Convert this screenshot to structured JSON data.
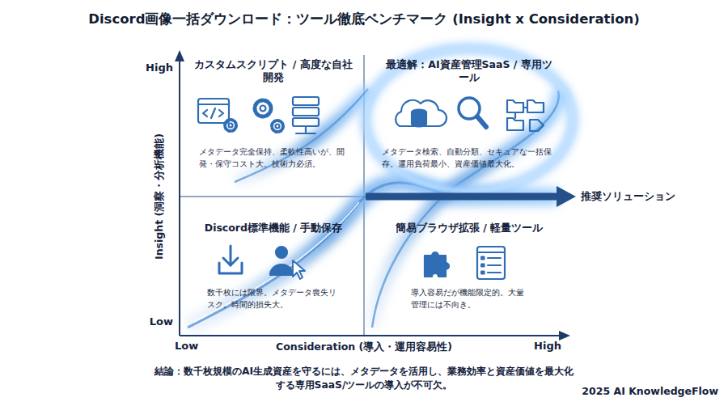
{
  "diagram": {
    "title": "Discord画像一括ダウンロード：ツール徹底ベンチマーク (Insight x Consideration)",
    "caption": "結論：数千枚規模のAI生成資産を守るには、メタデータを活用し、業務効率と資産価値を最大化する専用SaaS/ツールの導入が不可欠。",
    "nodes": [
      {
        "text": [
          "カスタムスクリプト / 高度な自社開発",
          "メタデータ完全保持、柔軟性高いが、開発・保守コスト大。技術力必須。"
        ]
      },
      {
        "text": [
          "最適解：AI資産管理SaaS / 専用ツール",
          "メタデータ検索、自動分類、セキュアな一括保存。運用負荷最小、資産価値最大化。"
        ]
      },
      {
        "text": [
          "Discord標準機能 / 手動保存",
          "数千枚には限界。メタデータ喪失リスク。時間的損失大。"
        ]
      },
      {
        "text": [
          "簡易ブラウザ拡張 / 軽量ツール",
          "導入容易だが機能限定的。大量管理には不向き。"
        ]
      }
    ],
    "labels": [
      "High",
      "Low",
      "Insight (洞察・分析機能)",
      "Low",
      "Consideration (導入・運用容易性)",
      "High",
      "推奨ソリューション",
      "2025 AI KnowledgeFlow"
    ]
  }
}
